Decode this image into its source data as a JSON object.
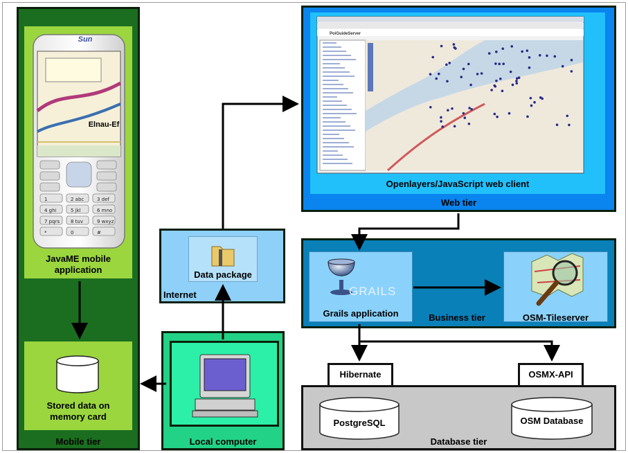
{
  "labels": {
    "javame": "JavaME mobile\napplication",
    "stored_data": "Stored data on\nmemory card",
    "mobile_tier": "Mobile tier",
    "local_computer": "Local computer",
    "data_package": "Data package",
    "internet": "Internet",
    "web_client": "Openlayers/JavaScript web client",
    "web_tier": "Web tier",
    "grails_app": "Grails application",
    "business_tier": "Business tier",
    "osm_tileserver": "OSM-Tileserver",
    "hibernate": "Hibernate",
    "osmx_api": "OSMX-API",
    "postgresql": "PostgreSQL",
    "osm_database": "OSM Database",
    "database_tier": "Database tier"
  },
  "logos": {
    "grails": "GRAILS",
    "sun": "Sun"
  },
  "phone": {
    "map_place": "Elnau-Ef",
    "keys": [
      "1",
      "2 abc",
      "3 def",
      "4 ghi",
      "5 jkl",
      "6 mno",
      "7 pqrs",
      "8 tuv",
      "9 wxyz",
      "*",
      "0",
      "#"
    ]
  },
  "browser": {
    "app_name": "PoiGuideServer"
  },
  "colors": {
    "mobile_tier": "#1b6e1f",
    "mobile_boxes": "#9bd63f",
    "local_tier": "#22d286",
    "internet": "#8ed0f7",
    "web_tier": "#0a84ee",
    "web_inner": "#21c0fb",
    "business_tier": "#0a80b8",
    "grails_boxes": "#8ad2fb",
    "database_tier": "#c8c8c8"
  }
}
